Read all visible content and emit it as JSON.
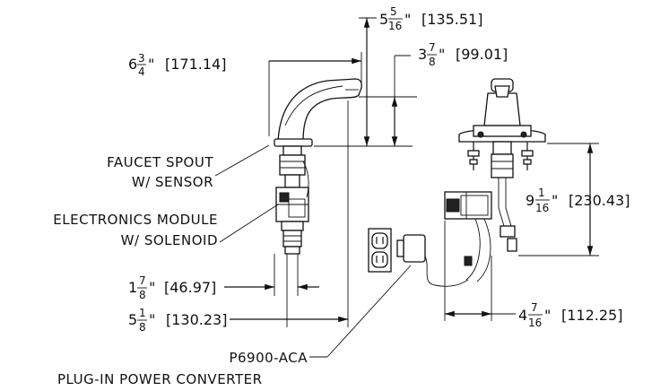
{
  "dimensions": {
    "spout_reach": {
      "whole": "6",
      "num": "3",
      "den": "4",
      "bracket": "[171.14]"
    },
    "spout_height": {
      "whole": "5",
      "num": "5",
      "den": "16",
      "bracket": "[135.51]"
    },
    "spout_outlet": {
      "whole": "3",
      "num": "7",
      "den": "8",
      "bracket": "[99.01]"
    },
    "below_deck": {
      "whole": "9",
      "num": "1",
      "den": "16",
      "bracket": "[230.43]"
    },
    "module_width": {
      "whole": "1",
      "num": "7",
      "den": "8",
      "bracket": "[46.97]"
    },
    "overall_width": {
      "whole": "5",
      "num": "1",
      "den": "8",
      "bracket": "[130.23]"
    },
    "module_offset": {
      "whole": "4",
      "num": "7",
      "den": "16",
      "bracket": "[112.25]"
    }
  },
  "labels": {
    "faucet_spout_line1": "FAUCET SPOUT",
    "faucet_spout_line2": "W/ SENSOR",
    "module_line1": "ELECTRONICS MODULE",
    "module_line2": "W/ SOLENOID",
    "converter_line1": "P6900-ACA",
    "converter_line2": "PLUG-IN POWER CONVERTER"
  }
}
